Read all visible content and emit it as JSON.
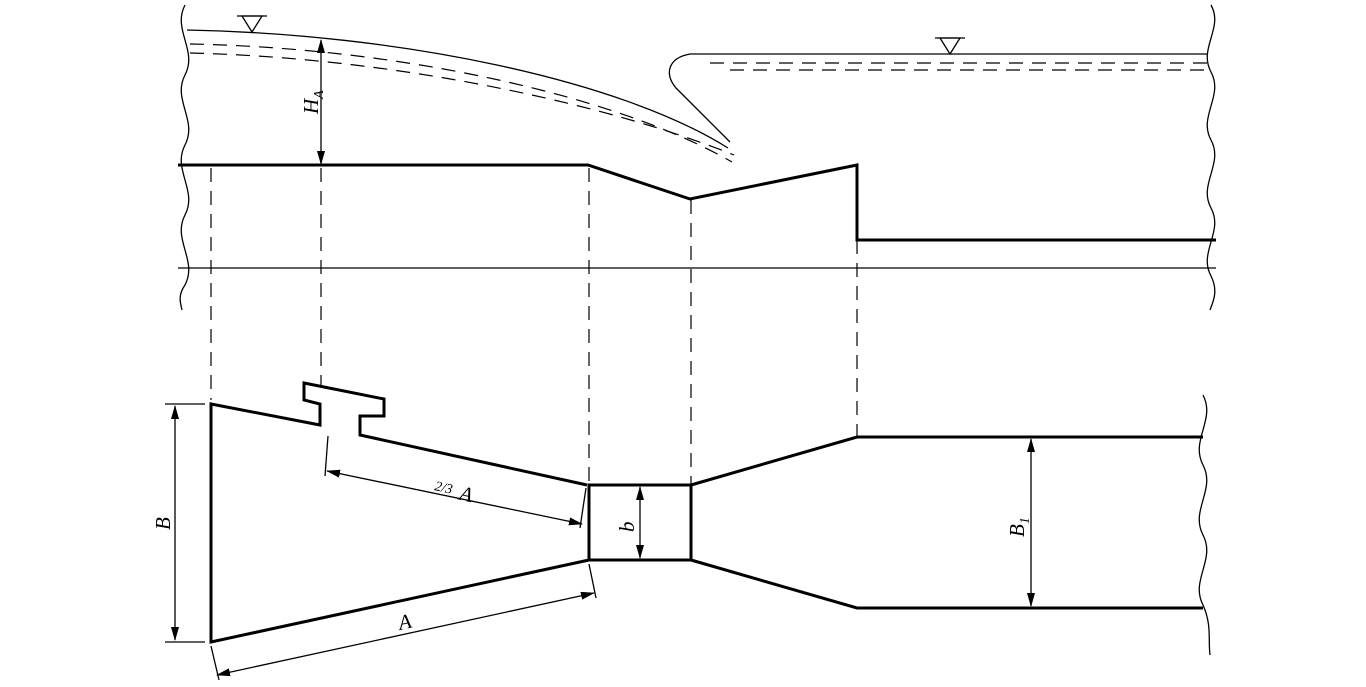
{
  "labels": {
    "head_main": "H",
    "head_sub": "A",
    "width_in": "B",
    "width_out_main": "B",
    "width_out_sub": "1",
    "throat_width": "b",
    "length_bottom": "A",
    "length_top": "A",
    "length_top_fraction": "2/3"
  }
}
